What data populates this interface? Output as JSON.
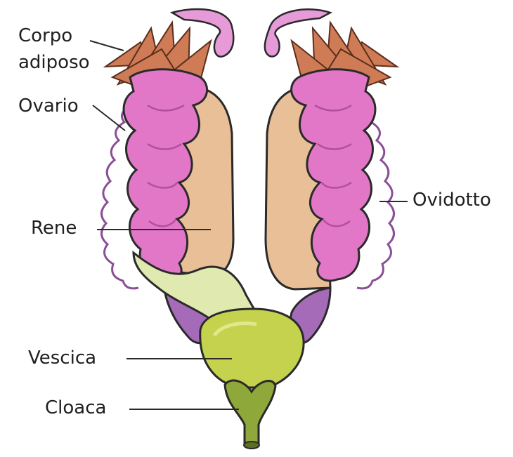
{
  "labels": {
    "corpo_adiposo_line1": "Corpo",
    "corpo_adiposo_line2": "adiposo",
    "ovario": "Ovario",
    "rene": "Rene",
    "vescica": "Vescica",
    "cloaca": "Cloaca",
    "ovidotto": "Ovidotto"
  },
  "colors": {
    "fat_body": "#cf7b56",
    "ovary": "#e277c8",
    "ovary_shadow": "#b24f9b",
    "kidney": "#e9bf98",
    "oviduct": "#8a4f96",
    "duct_purple": "#a66bb8",
    "bladder": "#c4d24e",
    "bladder_light": "#dfe88a",
    "connector": "#dfe9b0",
    "cloaca": "#8ea83a",
    "outline": "#2a2a2a"
  }
}
